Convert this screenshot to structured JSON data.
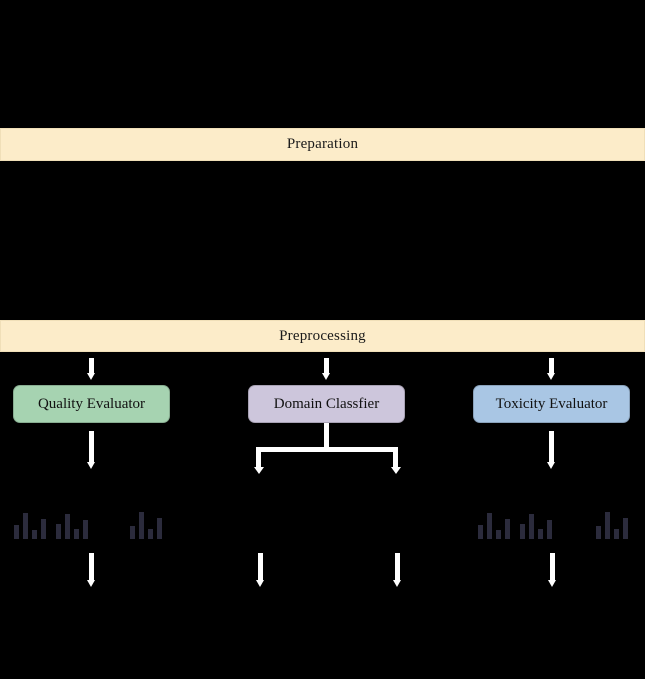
{
  "diagram": {
    "background_color": "#000000",
    "title_font_color": "#111111",
    "stages": [
      {
        "id": "preparation",
        "label": "Preparation",
        "color": "#fcecc9"
      },
      {
        "id": "preprocessing",
        "label": "Preprocessing",
        "color": "#fcecc9"
      }
    ],
    "modules": [
      {
        "id": "quality-evaluator",
        "label": "Quality Evaluator",
        "color": "#a6d3b1"
      },
      {
        "id": "domain-classfier",
        "label": "Domain Classfier",
        "color": "#cdc6dc"
      },
      {
        "id": "toxicity-evaluator",
        "label": "Toxicity Evaluator",
        "color": "#a9c6e4"
      }
    ],
    "connectors": {
      "arrow_color": "#ffffff",
      "stage_to_module_count": 3,
      "module_to_histogram_count": 2,
      "fork_branches": 2,
      "bottom_arrow_count": 4
    },
    "histograms": {
      "icon_name": "bar-chart-icon",
      "bar_color": "#2b2b3c",
      "left_group_count": 3,
      "right_group_count": 3,
      "bar_patterns": [
        [
          14,
          26,
          9,
          20
        ],
        [
          15,
          25,
          10,
          19
        ],
        [
          13,
          27,
          10,
          21
        ],
        [
          14,
          26,
          9,
          20
        ],
        [
          15,
          25,
          10,
          19
        ],
        [
          13,
          27,
          10,
          21
        ]
      ]
    }
  }
}
